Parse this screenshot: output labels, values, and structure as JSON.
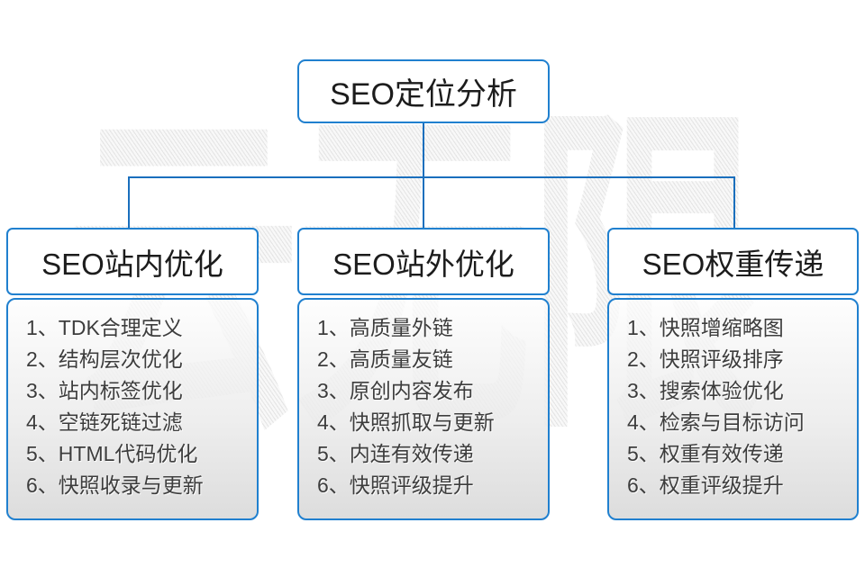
{
  "watermark": {
    "text": "云无限"
  },
  "root": {
    "title": "SEO定位分析"
  },
  "colors": {
    "border": "#2080cf",
    "line": "#1a6fbd",
    "heading_text": "#1c1c1c",
    "item_text": "#3d3d3d",
    "watermark_gray": "#ebebeb"
  },
  "columns": [
    {
      "header": "SEO站内优化",
      "items": [
        "1、TDK合理定义",
        "2、结构层次优化",
        "3、站内标签优化",
        "4、空链死链过滤",
        "5、HTML代码优化",
        "6、快照收录与更新"
      ]
    },
    {
      "header": "SEO站外优化",
      "items": [
        "1、高质量外链",
        "2、高质量友链",
        "3、原创内容发布",
        "4、快照抓取与更新",
        "5、内连有效传递",
        "6、快照评级提升"
      ]
    },
    {
      "header": "SEO权重传递",
      "items": [
        "1、快照增缩略图",
        "2、快照评级排序",
        "3、搜索体验优化",
        "4、检索与目标访问",
        "5、权重有效传递",
        "6、权重评级提升"
      ]
    }
  ]
}
